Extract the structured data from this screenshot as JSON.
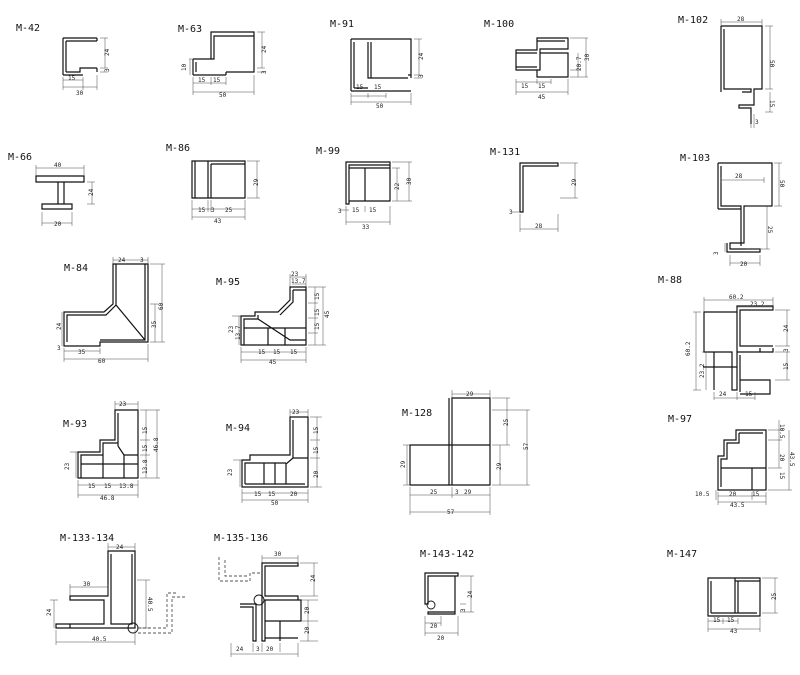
{
  "profiles": [
    {
      "key": "m42",
      "code": "M-42",
      "dims": [
        "24",
        "3",
        "15",
        "30"
      ]
    },
    {
      "key": "m63",
      "code": "M-63",
      "dims": [
        "24",
        "10",
        "3",
        "15",
        "15",
        "50"
      ]
    },
    {
      "key": "m91",
      "code": "M-91",
      "dims": [
        "24",
        "3",
        "15",
        "15",
        "50"
      ]
    },
    {
      "key": "m100",
      "code": "M-100",
      "dims": [
        "20.7",
        "30",
        "15",
        "15",
        "45"
      ]
    },
    {
      "key": "m102",
      "code": "M-102",
      "dims": [
        "28",
        "50",
        "15",
        "3"
      ]
    },
    {
      "key": "m66",
      "code": "M-66",
      "dims": [
        "40",
        "24",
        "20"
      ]
    },
    {
      "key": "m86",
      "code": "M-86",
      "dims": [
        "29",
        "15",
        "3",
        "25",
        "43"
      ]
    },
    {
      "key": "m99",
      "code": "M-99",
      "dims": [
        "22",
        "30",
        "3",
        "15",
        "15",
        "33"
      ]
    },
    {
      "key": "m131",
      "code": "M-131",
      "dims": [
        "29",
        "3",
        "28"
      ]
    },
    {
      "key": "m103",
      "code": "M-103",
      "dims": [
        "28",
        "50",
        "25",
        "3",
        "20"
      ]
    },
    {
      "key": "m84",
      "code": "M-84",
      "dims": [
        "24",
        "3",
        "35",
        "60",
        "24",
        "3",
        "35",
        "60"
      ]
    },
    {
      "key": "m95",
      "code": "M-95",
      "dims": [
        "23",
        "13.7",
        "15",
        "15",
        "15",
        "45",
        "23",
        "13.7",
        "15",
        "15",
        "15",
        "45"
      ]
    },
    {
      "key": "m88",
      "code": "M-88",
      "dims": [
        "60.2",
        "23.2",
        "24",
        "3",
        "15",
        "60.2",
        "23.2",
        "24",
        "15"
      ]
    },
    {
      "key": "m93",
      "code": "M-93",
      "dims": [
        "23",
        "15",
        "15",
        "13.8",
        "46.8",
        "23",
        "15",
        "15",
        "13.8",
        "46.8"
      ]
    },
    {
      "key": "m94",
      "code": "M-94",
      "dims": [
        "23",
        "15",
        "15",
        "20",
        "23",
        "15",
        "15",
        "20",
        "50"
      ]
    },
    {
      "key": "m128",
      "code": "M-128",
      "dims": [
        "29",
        "25",
        "57",
        "29",
        "29",
        "25",
        "3",
        "29",
        "57"
      ]
    },
    {
      "key": "m97",
      "code": "M-97",
      "dims": [
        "10.5",
        "20",
        "15",
        "43.5",
        "10.5",
        "20",
        "15",
        "43.5"
      ]
    },
    {
      "key": "m133",
      "code": "M-133-134",
      "dims": [
        "24",
        "30",
        "40.5",
        "24",
        "40.5"
      ]
    },
    {
      "key": "m135",
      "code": "M-135-136",
      "dims": [
        "30",
        "24",
        "20",
        "20",
        "24",
        "3",
        "20"
      ]
    },
    {
      "key": "m143",
      "code": "M-143-142",
      "dims": [
        "24",
        "3",
        "20",
        "20"
      ]
    },
    {
      "key": "m147",
      "code": "M-147",
      "dims": [
        "25",
        "15",
        "15",
        "43"
      ]
    }
  ]
}
